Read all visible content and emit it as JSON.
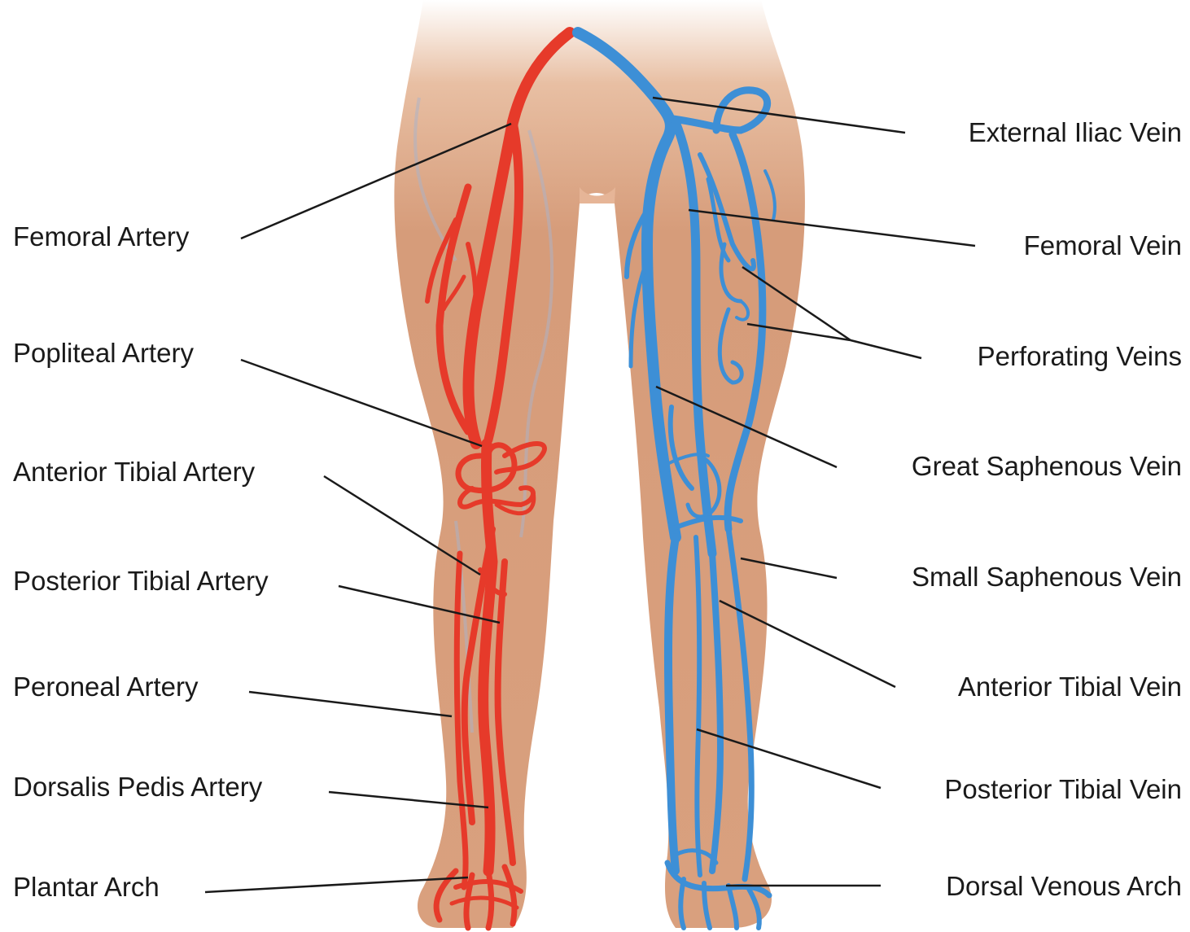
{
  "colors": {
    "skin": "#d9a07e",
    "skin_shadow": "#c58a68",
    "artery": "#e63a2a",
    "vein": "#3d8fd6",
    "leader": "#1a1a1a"
  },
  "labels": {
    "left": {
      "femoral_artery": "Femoral Artery",
      "popliteal_artery": "Popliteal Artery",
      "anterior_tibial_artery": "Anterior Tibial Artery",
      "posterior_tibial_artery": "Posterior Tibial Artery",
      "peroneal_artery": "Peroneal Artery",
      "dorsalis_pedis_artery": "Dorsalis Pedis Artery",
      "plantar_arch": "Plantar Arch"
    },
    "right": {
      "external_iliac_vein": "External Iliac Vein",
      "femoral_vein": "Femoral Vein",
      "perforating_veins": "Perforating Veins",
      "great_saphenous_vein": "Great Saphenous Vein",
      "small_saphenous_vein": "Small Saphenous Vein",
      "anterior_tibial_vein": "Anterior Tibial Vein",
      "posterior_tibial_vein": "Posterior Tibial Vein",
      "dorsal_venous_arch": "Dorsal Venous Arch"
    }
  }
}
